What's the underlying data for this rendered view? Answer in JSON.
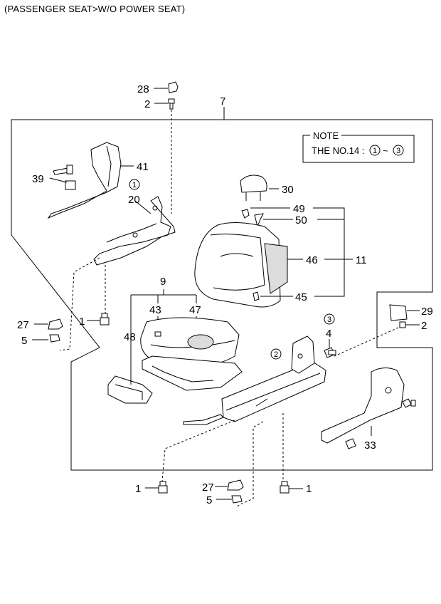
{
  "header": {
    "title": "(PASSENGER SEAT>W/O POWER SEAT)"
  },
  "note": {
    "heading": "NOTE",
    "line": "THE NO.14 : ",
    "circ_from": "1",
    "tilde": "~",
    "circ_to": "3"
  },
  "callouts": {
    "c28": "28",
    "c2a": "2",
    "c7": "7",
    "c41": "41",
    "c39": "39",
    "cref1": "1",
    "c20": "20",
    "c30": "30",
    "c49": "49",
    "c50": "50",
    "c46": "46",
    "c11": "11",
    "c45": "45",
    "c9": "9",
    "c43": "43",
    "c47": "47",
    "c27a": "27",
    "c1a": "1",
    "c5a": "5",
    "c48": "48",
    "cref3": "3",
    "c4": "4",
    "cref2": "2",
    "c29": "29",
    "c2b": "2",
    "c33": "33",
    "c1b": "1",
    "c27b": "27",
    "c1c": "1",
    "c5b": "5"
  }
}
